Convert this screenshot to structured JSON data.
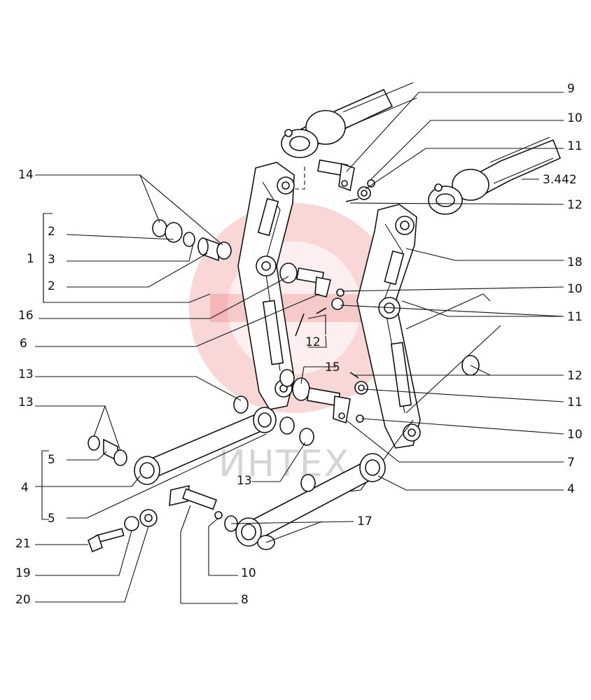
{
  "callouts": {
    "c9": "9",
    "c10a": "10",
    "c11a": "11",
    "c3442": "3.442",
    "c12a": "12",
    "c18": "18",
    "c10b": "10",
    "c11b": "11",
    "c12b": "12",
    "c11c": "11",
    "c10c": "10",
    "c7": "7",
    "c4r": "4",
    "c17": "17",
    "c14": "14",
    "c2a": "2",
    "c1": "1",
    "c3": "3",
    "c2b": "2",
    "c16": "16",
    "c6": "6",
    "c12c": "12",
    "c15": "15",
    "c13a": "13",
    "c13b": "13",
    "c5a": "5",
    "c4l": "4",
    "c5b": "5",
    "c13c": "13",
    "c21": "21",
    "c19": "19",
    "c10d": "10",
    "c20": "20",
    "c8": "8"
  },
  "watermark": {
    "text": "ИНТЕХ",
    "color": "#e02020"
  }
}
